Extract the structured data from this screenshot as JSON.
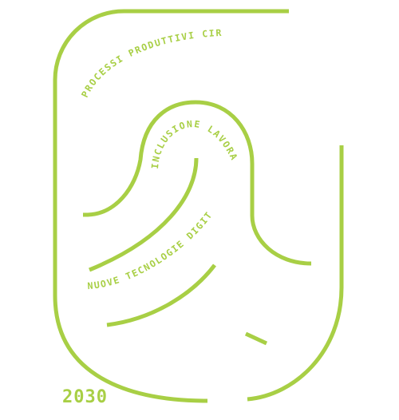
{
  "colors": {
    "accent": "#a8cf45",
    "background": "#ffffff"
  },
  "labels": {
    "circular": "PROCESSI PRODUTTIVI CIRCOLARI",
    "inclusion": "INCLUSIONE LAVORATIVA",
    "digital": "NUOVE TECNOLOGIE DIGITALI",
    "year": "2030"
  }
}
